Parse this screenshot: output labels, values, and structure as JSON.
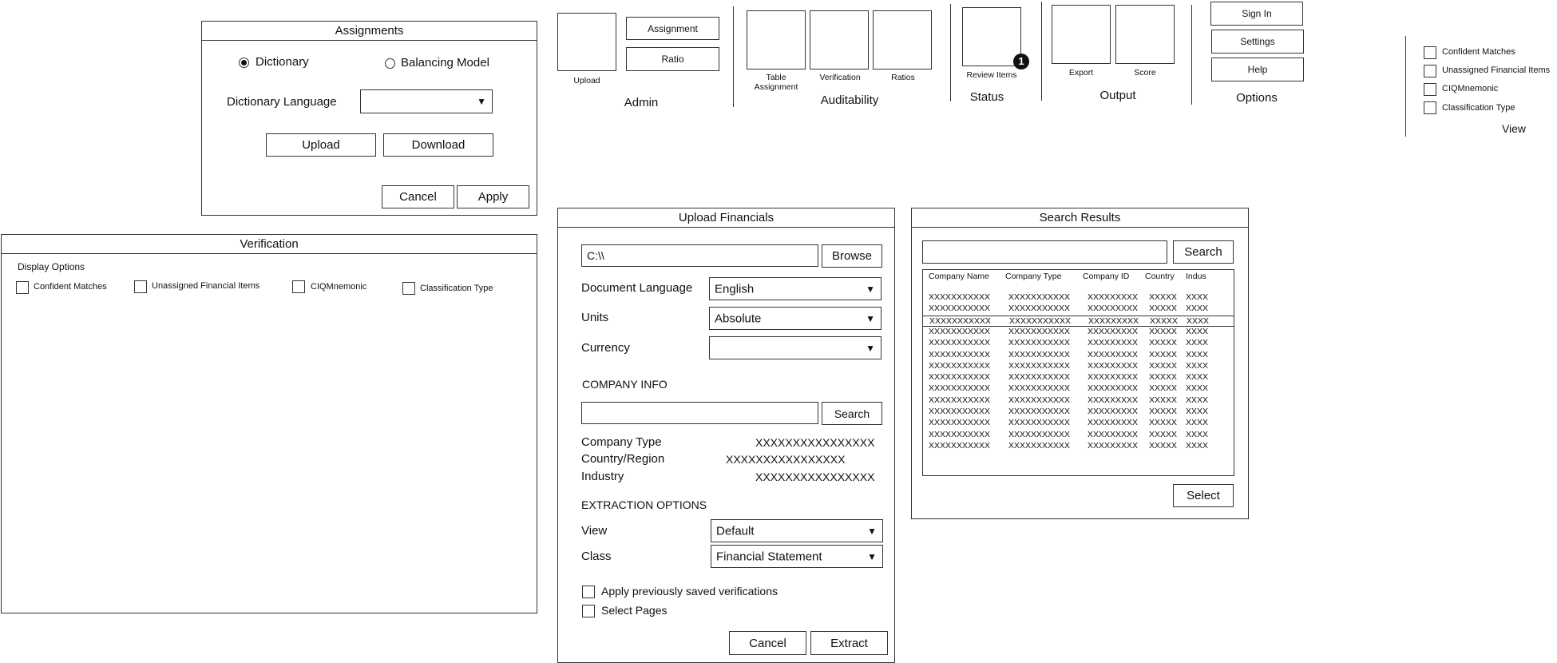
{
  "assignments": {
    "title": "Assignments",
    "radio_dictionary": "Dictionary",
    "radio_balancing": "Balancing Model",
    "dictionary_language_label": "Dictionary Language",
    "dictionary_language_value": "",
    "upload": "Upload",
    "download": "Download",
    "cancel": "Cancel",
    "apply": "Apply"
  },
  "verification": {
    "title": "Verification",
    "display_options": "Display Options",
    "options": [
      "Confident Matches",
      "Unassigned Financial Items",
      "CIQMnemonic",
      "Classification Type"
    ]
  },
  "ribbon": {
    "admin": {
      "group": "Admin",
      "upload": "Upload",
      "assignment": "Assignment",
      "ratio": "Ratio"
    },
    "auditability": {
      "group": "Auditability",
      "table_assignment": "Table\nAssignment",
      "verification": "Verification",
      "ratios": "Ratios"
    },
    "status": {
      "group": "Status",
      "review_items": "Review Items",
      "badge": "1"
    },
    "output": {
      "group": "Output",
      "export": "Export",
      "score": "Score"
    },
    "options": {
      "group": "Options",
      "sign_in": "Sign In",
      "settings": "Settings",
      "help": "Help"
    },
    "view": {
      "group": "View",
      "items": [
        "Confident Matches",
        "Unassigned Financial Items",
        "CIQMnemonic",
        "Classification Type"
      ]
    }
  },
  "upload_financials": {
    "title": "Upload Financials",
    "path_value": "C:\\\\",
    "browse": "Browse",
    "document_language_label": "Document Language",
    "document_language_value": "English",
    "units_label": "Units",
    "units_value": "Absolute",
    "currency_label": "Currency",
    "currency_value": "",
    "company_info": "COMPANY INFO",
    "search_value": "",
    "search": "Search",
    "company_type_label": "Company Type",
    "company_type_value": "XXXXXXXXXXXXXXXX",
    "country_label": "Country/Region",
    "country_value": "XXXXXXXXXXXXXXXX",
    "industry_label": "Industry",
    "industry_value": "XXXXXXXXXXXXXXXX",
    "extraction_options": "EXTRACTION OPTIONS",
    "view_label": "View",
    "view_value": "Default",
    "class_label": "Class",
    "class_value": "Financial Statement",
    "apply_saved": "Apply previously saved verifications",
    "select_pages": "Select Pages",
    "cancel": "Cancel",
    "extract": "Extract"
  },
  "search_results": {
    "title": "Search Results",
    "search_value": "",
    "search": "Search",
    "columns": [
      "Company Name",
      "Company Type",
      "Company ID",
      "Country",
      "Indus"
    ],
    "rows": [
      [
        "XXXXXXXXXXX",
        "XXXXXXXXXXX",
        "XXXXXXXXX",
        "XXXXX",
        "XXXX"
      ],
      [
        "XXXXXXXXXXX",
        "XXXXXXXXXXX",
        "XXXXXXXXX",
        "XXXXX",
        "XXXX"
      ],
      [
        "XXXXXXXXXXX",
        "XXXXXXXXXXX",
        "XXXXXXXXX",
        "XXXXX",
        "XXXX"
      ],
      [
        "XXXXXXXXXXX",
        "XXXXXXXXXXX",
        "XXXXXXXXX",
        "XXXXX",
        "XXXX"
      ],
      [
        "XXXXXXXXXXX",
        "XXXXXXXXXXX",
        "XXXXXXXXX",
        "XXXXX",
        "XXXX"
      ],
      [
        "XXXXXXXXXXX",
        "XXXXXXXXXXX",
        "XXXXXXXXX",
        "XXXXX",
        "XXXX"
      ],
      [
        "XXXXXXXXXXX",
        "XXXXXXXXXXX",
        "XXXXXXXXX",
        "XXXXX",
        "XXXX"
      ],
      [
        "XXXXXXXXXXX",
        "XXXXXXXXXXX",
        "XXXXXXXXX",
        "XXXXX",
        "XXXX"
      ],
      [
        "XXXXXXXXXXX",
        "XXXXXXXXXXX",
        "XXXXXXXXX",
        "XXXXX",
        "XXXX"
      ],
      [
        "XXXXXXXXXXX",
        "XXXXXXXXXXX",
        "XXXXXXXXX",
        "XXXXX",
        "XXXX"
      ],
      [
        "XXXXXXXXXXX",
        "XXXXXXXXXXX",
        "XXXXXXXXX",
        "XXXXX",
        "XXXX"
      ],
      [
        "XXXXXXXXXXX",
        "XXXXXXXXXXX",
        "XXXXXXXXX",
        "XXXXX",
        "XXXX"
      ],
      [
        "XXXXXXXXXXX",
        "XXXXXXXXXXX",
        "XXXXXXXXX",
        "XXXXX",
        "XXXX"
      ],
      [
        "XXXXXXXXXXX",
        "XXXXXXXXXXX",
        "XXXXXXXXX",
        "XXXXX",
        "XXXX"
      ]
    ],
    "selected_row": 2,
    "select": "Select"
  },
  "icons": {
    "dropdown": "triangle-down-icon",
    "notification_badge": "badge-icon"
  }
}
